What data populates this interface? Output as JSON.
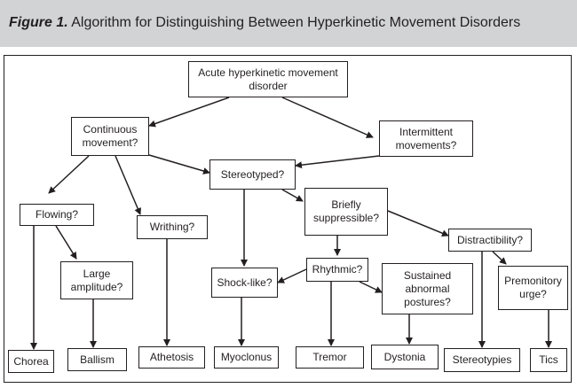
{
  "title": {
    "label": "Figure 1.",
    "text": "Algorithm for Distinguishing Between Hyperkinetic Movement Disorders"
  },
  "nodes": {
    "acute": "Acute hyperkinetic movement disorder",
    "continuous": "Continuous movement?",
    "intermittent": "Intermittent movements?",
    "stereotyped": "Stereotyped?",
    "flowing": "Flowing?",
    "writhing": "Writhing?",
    "large_amplitude": "Large amplitude?",
    "briefly_suppressible": "Briefly suppressible?",
    "distractibility": "Distractibility?",
    "shock_like": "Shock-like?",
    "rhythmic": "Rhythmic?",
    "sustained_postures": "Sustained abnormal postures?",
    "premonitory_urge": "Premonitory urge?"
  },
  "outcomes": {
    "chorea": "Chorea",
    "ballism": "Ballism",
    "athetosis": "Athetosis",
    "myoclonus": "Myoclonus",
    "tremor": "Tremor",
    "dystonia": "Dystonia",
    "stereotypies": "Stereotypies",
    "tics": "Tics"
  }
}
